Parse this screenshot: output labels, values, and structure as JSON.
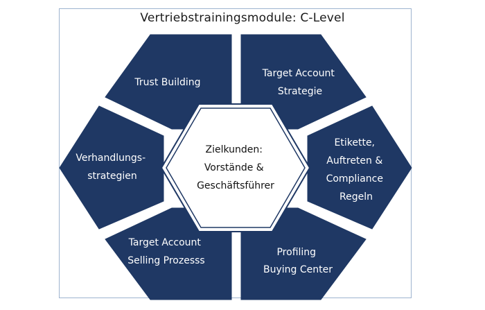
{
  "title": "Vertriebstrainingsmodule: C-Level",
  "center": {
    "lines": [
      "Zielkunden:",
      "Vorstände &",
      "Geschäftsführer"
    ]
  },
  "modules": [
    {
      "id": "trust",
      "lines": [
        "Trust Building"
      ]
    },
    {
      "id": "target-strategy",
      "lines": [
        "Target Account",
        "Strategie"
      ]
    },
    {
      "id": "etikette",
      "lines": [
        "Etikette,",
        "Auftreten &",
        "Compliance",
        "Regeln"
      ]
    },
    {
      "id": "profiling",
      "lines": [
        "Profiling",
        "Buying Center"
      ]
    },
    {
      "id": "target-selling",
      "lines": [
        "Target Account",
        "Selling Prozesss"
      ]
    },
    {
      "id": "verhandlung",
      "lines": [
        "Verhandlungs-",
        "strategien"
      ]
    }
  ],
  "colors": {
    "segment": "#1f3864",
    "frame": "#9db3cf"
  }
}
